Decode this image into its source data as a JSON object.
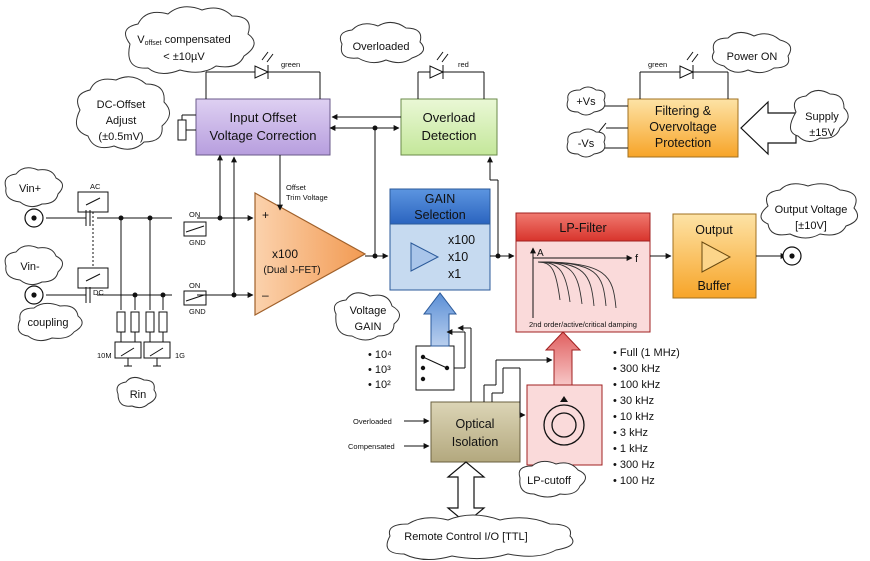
{
  "blocks": {
    "input_offset": {
      "line1": "Input Offset",
      "line2": "Voltage Correction"
    },
    "overload": {
      "line1": "Overload",
      "line2": "Detection"
    },
    "filtering": {
      "line1": "Filtering &",
      "line2": "Overvoltage",
      "line3": "Protection"
    },
    "gain": {
      "title_line1": "GAIN",
      "title_line2": "Selection",
      "opt1": "x100",
      "opt2": "x10",
      "opt3": "x1"
    },
    "lp_filter": {
      "title": "LP-Filter",
      "axis_a": "A",
      "axis_f": "f",
      "caption": "2nd order/active/critical damping"
    },
    "output": {
      "line1": "Output",
      "line2": "Buffer"
    },
    "amplifier": {
      "gain": "x100",
      "type": "(Dual J-FET)",
      "plus": "+",
      "minus": "–"
    },
    "optical": {
      "line1": "Optical",
      "line2": "Isolation"
    }
  },
  "clouds": {
    "voffset": {
      "v": "V",
      "sub": "offset",
      "rest": " compensated",
      "line2": "< ±10µV"
    },
    "dc_offset": {
      "line1": "DC-Offset",
      "line2": "Adjust",
      "line3": "(±0.5mV)"
    },
    "overloaded": "Overloaded",
    "power_on": "Power ON",
    "supply": {
      "line1": "Supply",
      "line2": "±15V"
    },
    "vin_plus": "Vin+",
    "vin_minus": "Vin-",
    "coupling": "coupling",
    "rin": "Rin",
    "output_voltage": {
      "line1": "Output Voltage",
      "line2": "[±10V]"
    },
    "voltage_gain": {
      "line1": "Voltage",
      "line2": "GAIN"
    },
    "lp_cutoff": "LP-cutoff",
    "remote": "Remote Control I/O [TTL]",
    "plus_vs": "+Vs",
    "minus_vs": "-Vs"
  },
  "labels": {
    "green1": "green",
    "red": "red",
    "green2": "green",
    "ac": "AC",
    "dc": "DC",
    "on1": "ON",
    "gnd1": "GND",
    "on2": "ON",
    "gnd2": "GND",
    "r10m": "10M",
    "r1g": "1G",
    "offset_trim1": "Offset",
    "offset_trim2": "Trim Voltage",
    "in_overloaded": "Overloaded",
    "in_compensated": "Compensated"
  },
  "gain_options": [
    "10⁴",
    "10³",
    "10²"
  ],
  "cutoff_options": [
    "Full (1 MHz)",
    "300 kHz",
    "100 kHz",
    "30 kHz",
    "10 kHz",
    "3 kHz",
    "1 kHz",
    "300 Hz",
    "100 Hz"
  ],
  "colors": {
    "purple": "#cdb8e8",
    "green": "#d8f0b8",
    "orange": "#f9a63a",
    "blue_title": "#3a7bd5",
    "blue_body": "#c6daf0",
    "red_title": "#e0403a",
    "red_body": "#fadada",
    "brown": "#c8bf9a",
    "amp": "#f6b27a"
  }
}
